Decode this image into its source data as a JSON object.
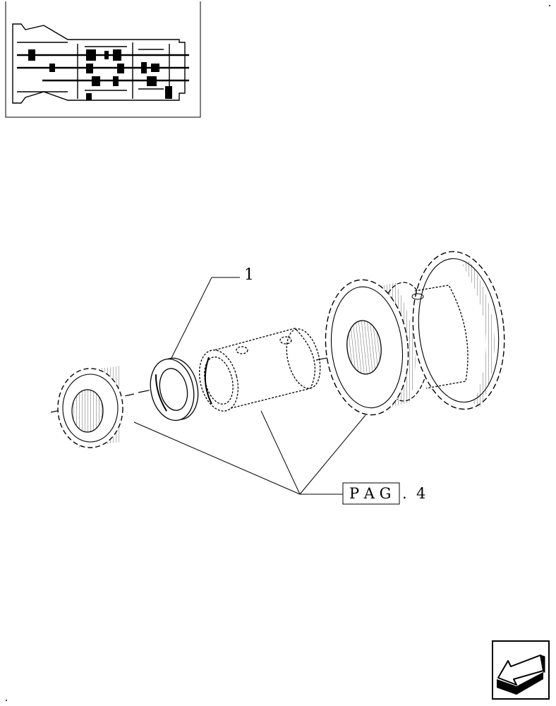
{
  "callouts": {
    "part_number": "1",
    "page_ref_boxed": "P A G",
    "page_ref_suffix": ".  4"
  },
  "icons": {
    "thumbnail": "transmission-section-thumbnail",
    "nav": "next-page-arrow-icon"
  },
  "colors": {
    "ink": "#000000",
    "paper": "#ffffff"
  }
}
